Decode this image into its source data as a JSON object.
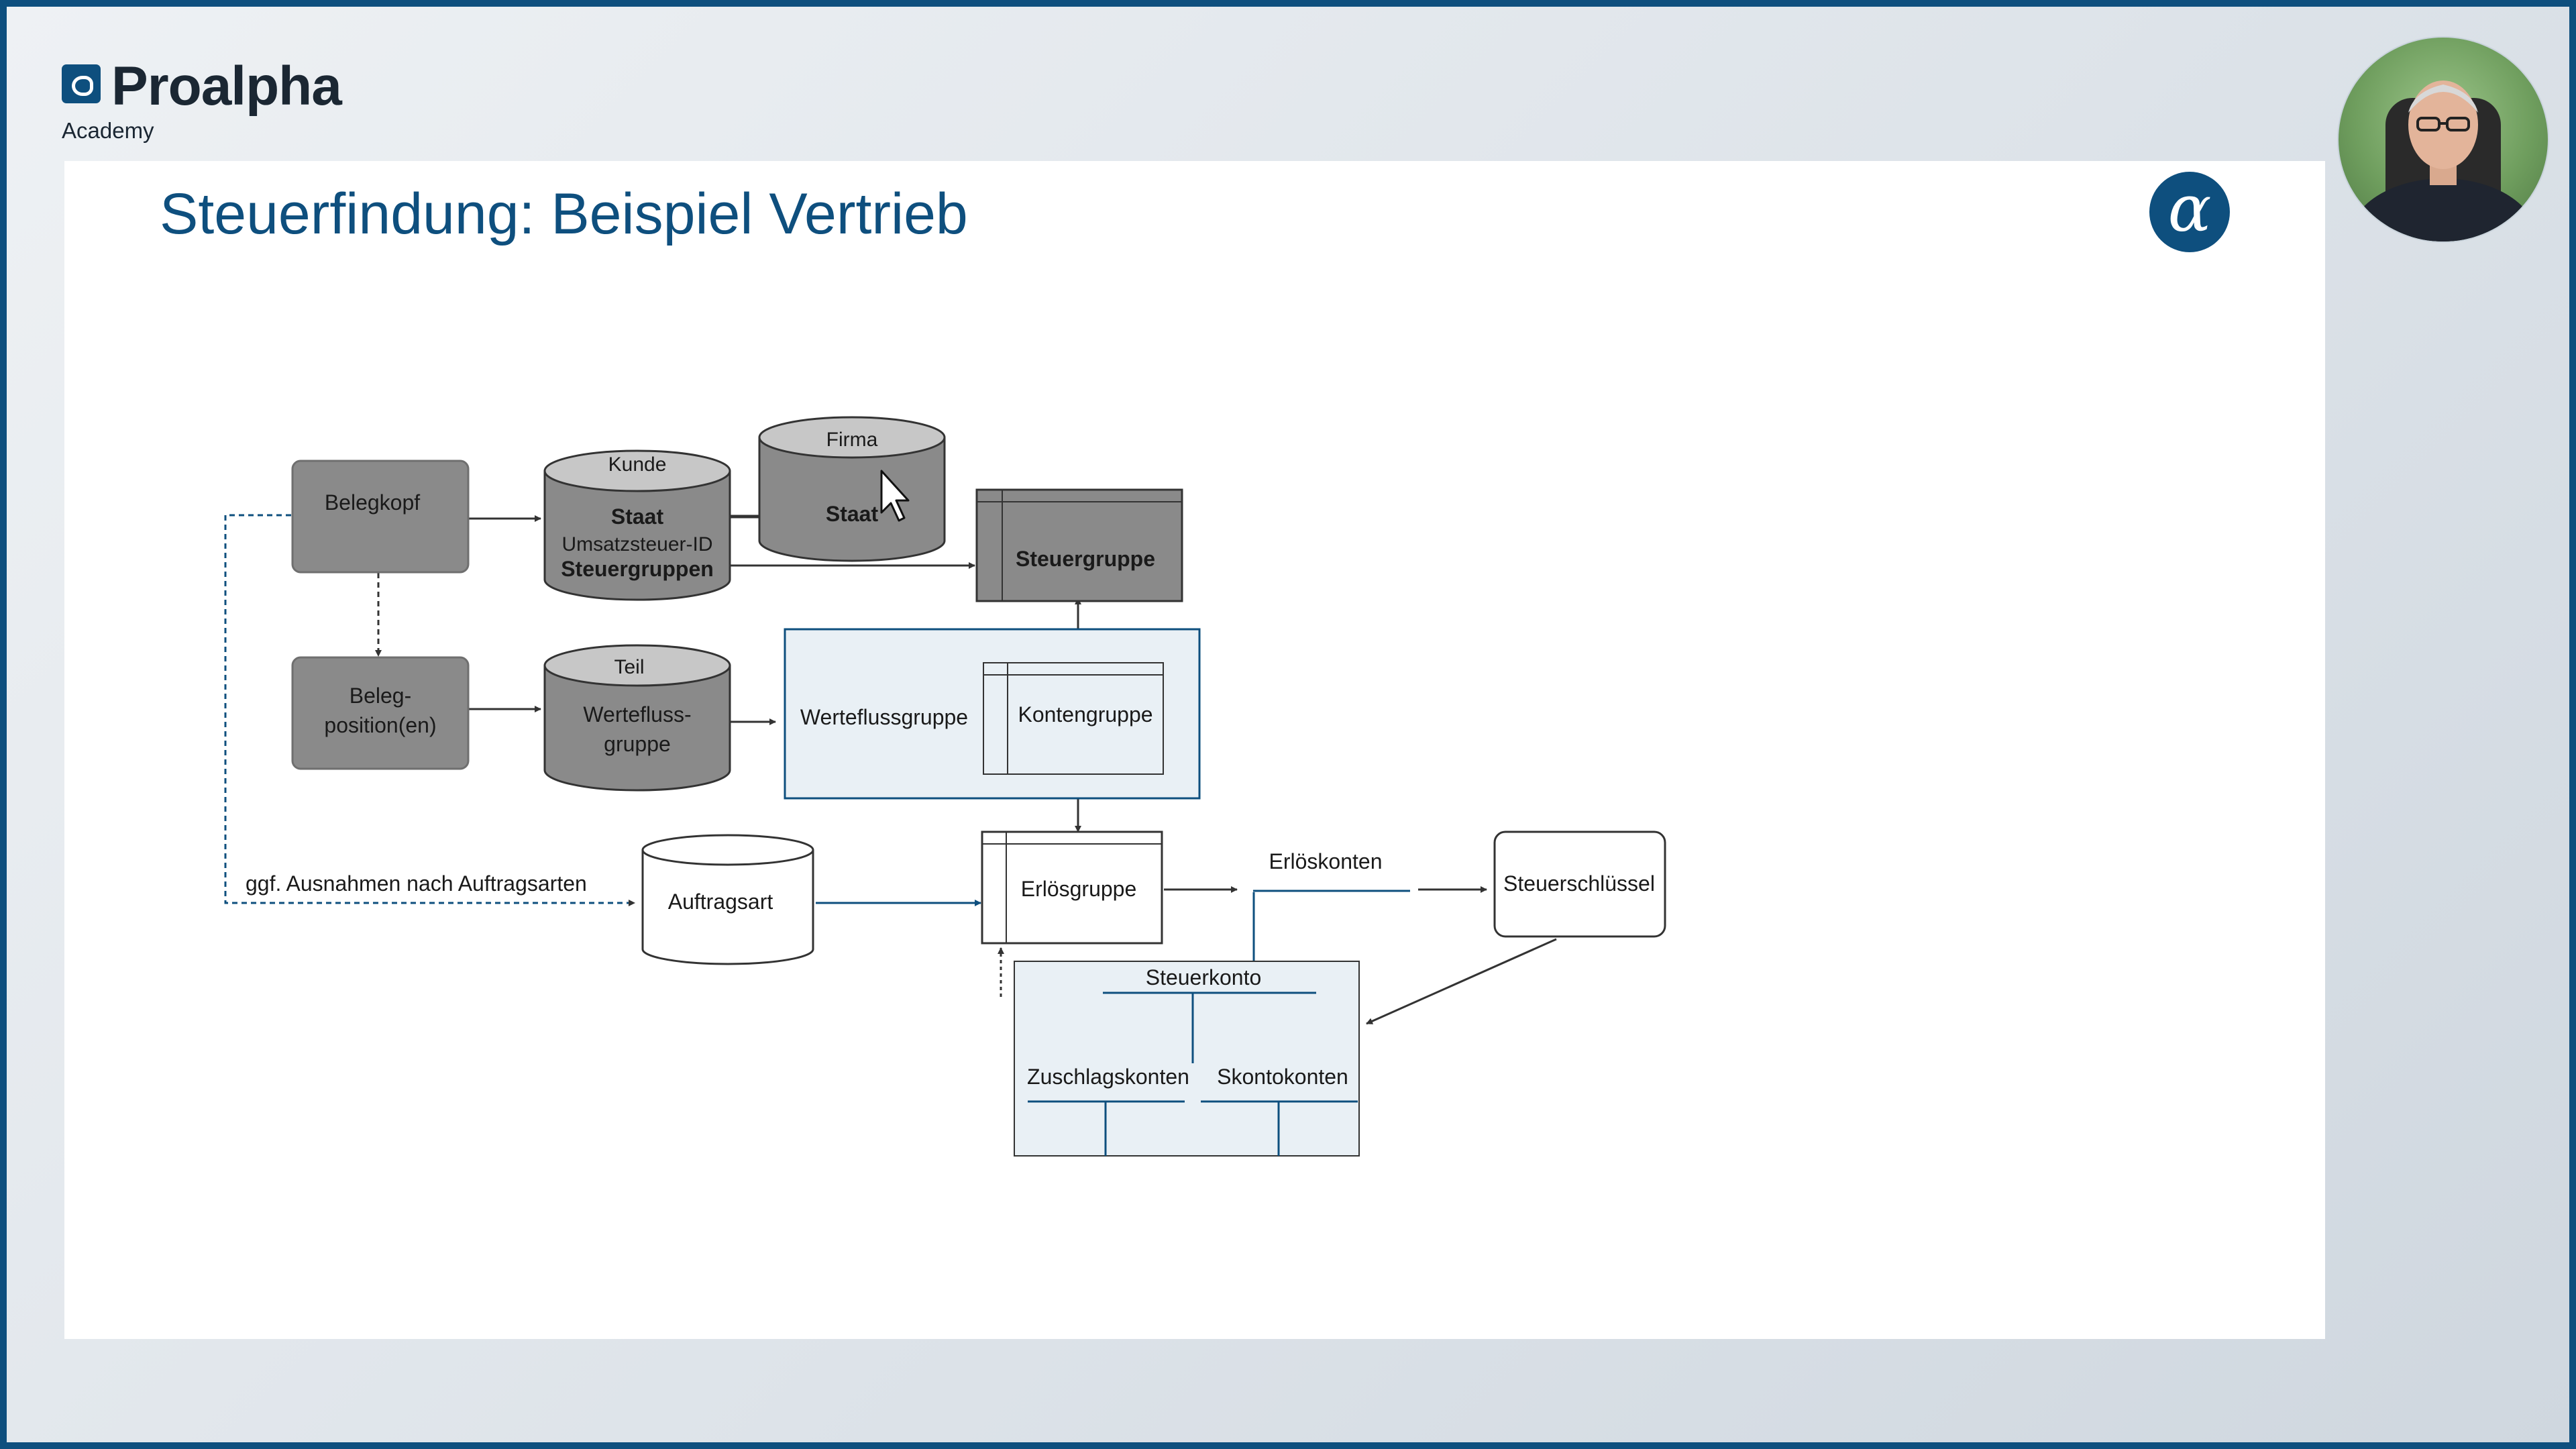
{
  "brand": {
    "name": "Proalpha",
    "sub": "Academy"
  },
  "slide": {
    "title": "Steuerfindung: Beispiel Vertrieb"
  },
  "diagram": {
    "belegkopf": "Belegkopf",
    "belegposition_line1": "Beleg-",
    "belegposition_line2": "position(en)",
    "kunde": {
      "header": "Kunde",
      "staat": "Staat",
      "ust": "Umsatzsteuer-ID",
      "steuergruppen": "Steuergruppen"
    },
    "firma": {
      "header": "Firma",
      "staat": "Staat"
    },
    "steuergruppe": "Steuergruppe",
    "teil": {
      "header": "Teil",
      "line1": "Werteﬂuss-",
      "line2": "gruppe"
    },
    "werteflussgruppe": "Werteﬂussgruppe",
    "kontengruppe": "Kontengruppe",
    "ausnahmen": "ggf. Ausnahmen nach Auftragsarten",
    "auftragsart": "Auftragsart",
    "erloesgruppe": "Erlösgruppe",
    "erloeskonten": "Erlöskonten",
    "steuerschluessel": "Steuerschlüssel",
    "steuerkonto": "Steuerkonto",
    "zuschlagskonten": "Zuschlagskonten",
    "skontokonten": "Skontokonten"
  },
  "colors": {
    "accent": "#0e4f7e",
    "dark_box": "#8a8a8a",
    "light_box": "#e9f0f5"
  },
  "icons": [
    "proalpha-logo-icon",
    "alpha-logo-icon",
    "mouse-cursor-icon"
  ]
}
